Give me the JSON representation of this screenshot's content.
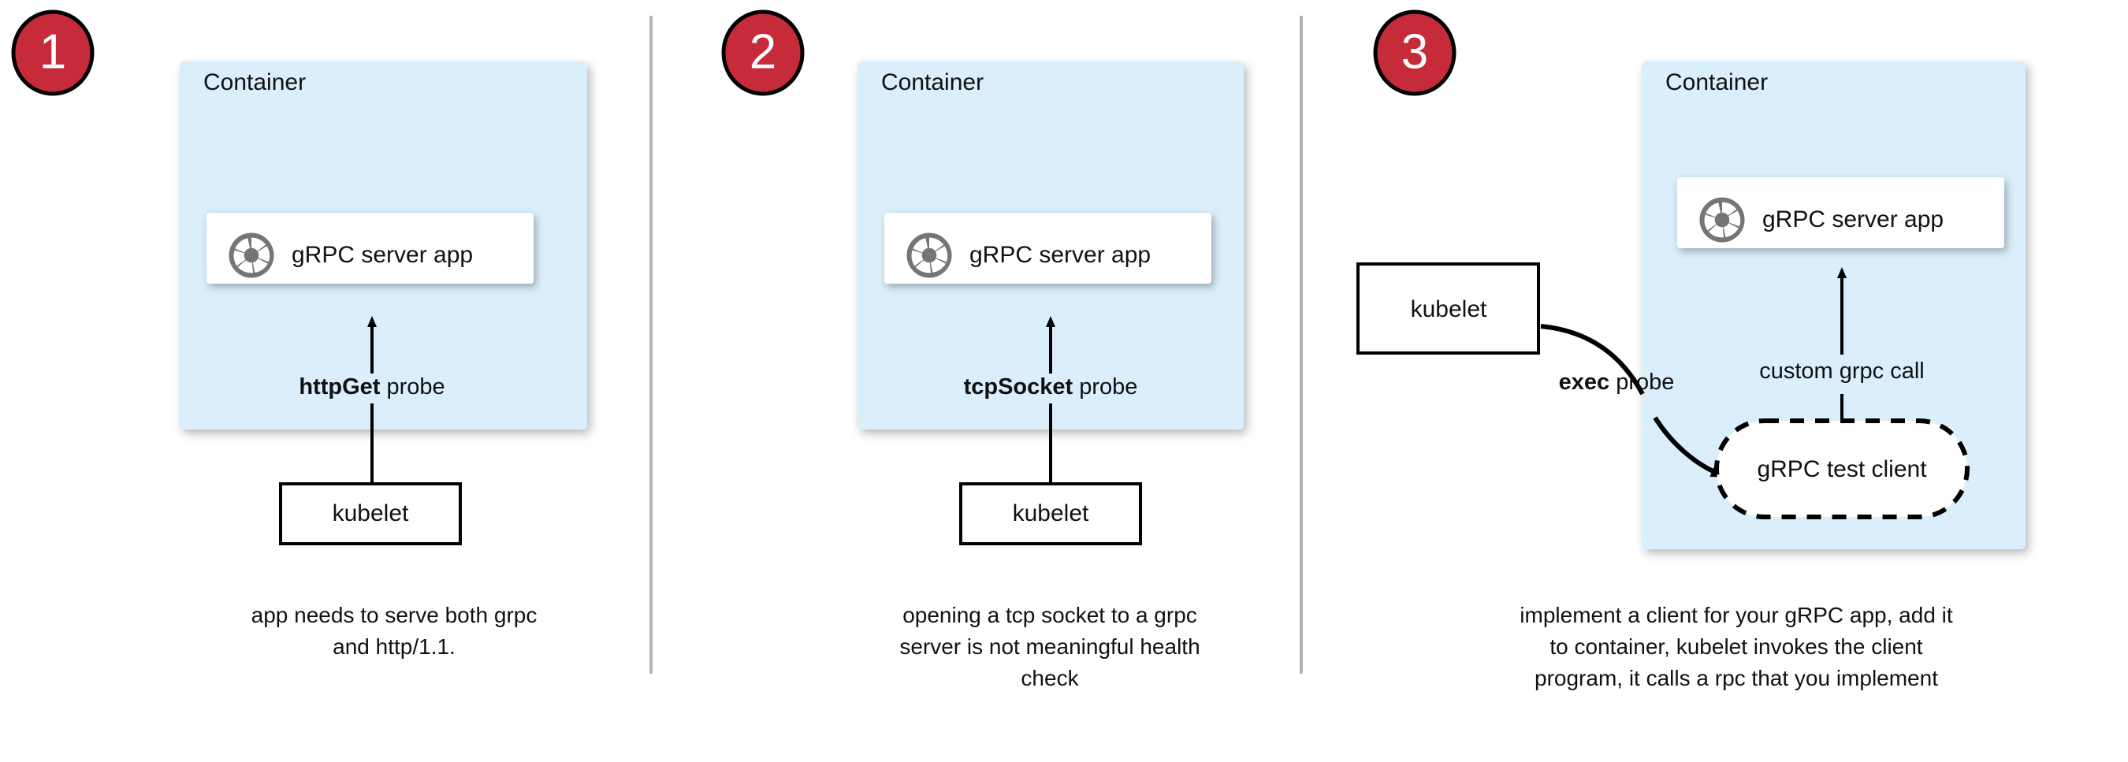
{
  "diagram": {
    "title": "gRPC health probe approaches",
    "colors": {
      "step_badge_fill": "#c62b39",
      "step_badge_text": "#ffffff",
      "container_fill": "#daeefb",
      "card_fill": "#ffffff",
      "stroke": "#000000",
      "divider": "#b3b3b3",
      "grpc_icon": "#757575"
    },
    "panels": [
      {
        "step": "1",
        "step_badge_name": "step-badge-1",
        "container_label": "Container",
        "app_node": {
          "icon": "grpc-aperture-icon",
          "label": "gRPC server app"
        },
        "probe_label_bold": "httpGet",
        "probe_label_rest": " probe",
        "kubelet_label": "kubelet",
        "caption_lines": [
          "app needs to serve both grpc",
          "and http/1.1."
        ]
      },
      {
        "step": "2",
        "step_badge_name": "step-badge-2",
        "container_label": "Container",
        "app_node": {
          "icon": "grpc-aperture-icon",
          "label": "gRPC server app"
        },
        "probe_label_bold": "tcpSocket",
        "probe_label_rest": " probe",
        "kubelet_label": "kubelet",
        "caption_lines": [
          "opening a tcp socket to a grpc",
          "server is not meaningful health",
          "check"
        ]
      },
      {
        "step": "3",
        "step_badge_name": "step-badge-3",
        "container_label": "Container",
        "app_node": {
          "icon": "grpc-aperture-icon",
          "label": "gRPC server app"
        },
        "probe_label_bold": "exec",
        "probe_label_rest": " probe",
        "call_label": "custom grpc call",
        "test_client_label": "gRPC test client",
        "kubelet_label": "kubelet",
        "caption_lines": [
          "implement a client for your gRPC app, add it",
          "to container, kubelet invokes the client",
          "program, it calls a rpc that you implement"
        ]
      }
    ]
  }
}
